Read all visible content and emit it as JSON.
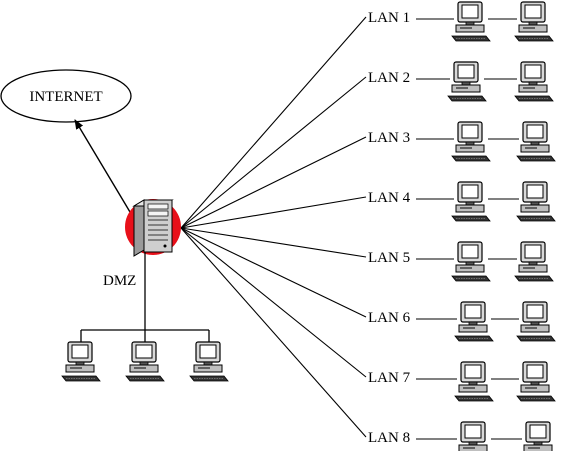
{
  "internet": {
    "label": "INTERNET"
  },
  "dmz": {
    "label": "DMZ"
  },
  "server": {
    "icon": "server-tower-icon",
    "highlight_color": "#e8101a"
  },
  "lans": [
    {
      "label": "LAN 1"
    },
    {
      "label": "LAN 2"
    },
    {
      "label": "LAN 3"
    },
    {
      "label": "LAN 4"
    },
    {
      "label": "LAN 5"
    },
    {
      "label": "LAN 6"
    },
    {
      "label": "LAN 7"
    },
    {
      "label": "LAN 8"
    }
  ],
  "dmz_computers": 3,
  "computer_icon": "desktop-computer-icon"
}
